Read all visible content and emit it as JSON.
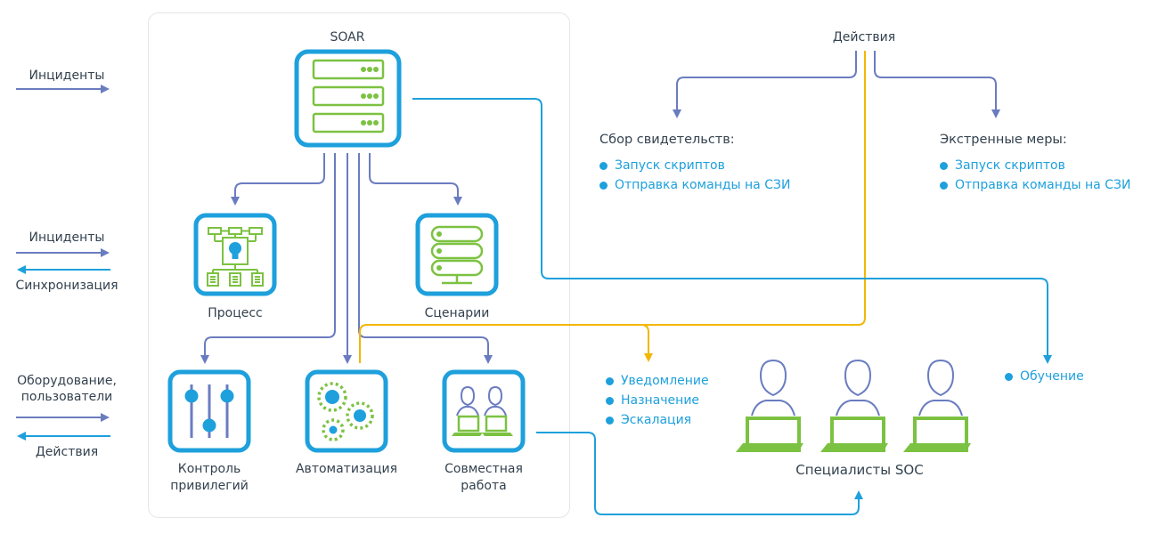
{
  "colors": {
    "module_border": "#1ea0dc",
    "icon_green": "#7cc242",
    "flow_purple": "#6a7cc0",
    "flow_blue": "#1ea0dc",
    "flow_yellow": "#f2b705",
    "text": "#34424f",
    "frame": "#e4e6e8"
  },
  "left_flows": [
    {
      "label": "Инциденты",
      "arrows": [
        {
          "direction": "right",
          "color": "purple"
        }
      ]
    },
    {
      "labels": [
        "Инциденты",
        "Синхронизация"
      ],
      "arrows": [
        {
          "direction": "right",
          "color": "purple",
          "label": "Инциденты"
        },
        {
          "direction": "left",
          "color": "blue",
          "label": "Синхронизация"
        }
      ]
    },
    {
      "labels": [
        "Оборудование,",
        "пользователи",
        "Действия"
      ],
      "arrows": [
        {
          "direction": "right",
          "color": "purple",
          "label": "Оборудование, пользователи"
        },
        {
          "direction": "left",
          "color": "blue",
          "label": "Действия"
        }
      ]
    }
  ],
  "soar": {
    "title": "SOAR",
    "icon": "server-rack-icon",
    "modules": [
      {
        "id": "process",
        "label": "Процесс",
        "icon": "process-flow-bulb-icon"
      },
      {
        "id": "scenarios",
        "label": "Сценарии",
        "icon": "scenario-database-icon"
      },
      {
        "id": "privileges",
        "label_lines": [
          "Контроль",
          "привилегий"
        ],
        "icon": "sliders-icon"
      },
      {
        "id": "automation",
        "label": "Автоматизация",
        "icon": "gears-icon"
      },
      {
        "id": "collaboration",
        "label_lines": [
          "Совместная",
          "работа"
        ],
        "icon": "two-users-laptops-icon"
      }
    ]
  },
  "actions": {
    "title": "Действия",
    "evidence": {
      "heading": "Сбор свидетельств:",
      "items": [
        "Запуск скриптов",
        "Отправка команды на СЗИ"
      ]
    },
    "emergency": {
      "heading": "Экстренные меры:",
      "items": [
        "Запуск скриптов",
        "Отправка команды на СЗИ"
      ]
    }
  },
  "notifications": {
    "items": [
      "Уведомление",
      "Назначение",
      "Эскалация"
    ]
  },
  "training": {
    "items": [
      "Обучение"
    ]
  },
  "soc": {
    "label": "Специалисты SOC",
    "specialists": 3,
    "icon": "user-laptop-icon"
  }
}
